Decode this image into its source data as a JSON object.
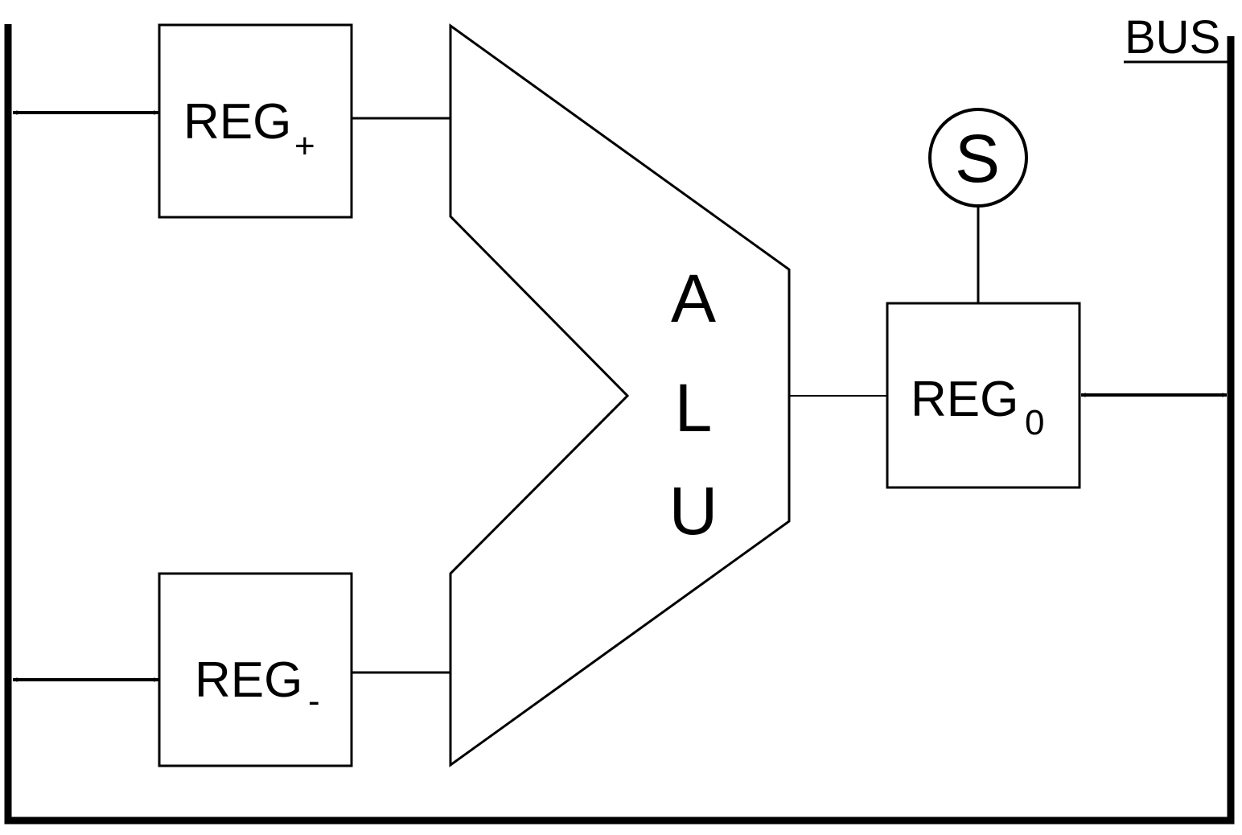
{
  "diagram": {
    "bus_label": "BUS",
    "alu_letters": [
      "A",
      "L",
      "U"
    ],
    "reg_plus": {
      "name": "REG",
      "sub": "+"
    },
    "reg_minus": {
      "name": "REG",
      "sub": "-"
    },
    "reg_zero": {
      "name": "REG",
      "sub": "0"
    },
    "s_node": "S"
  }
}
